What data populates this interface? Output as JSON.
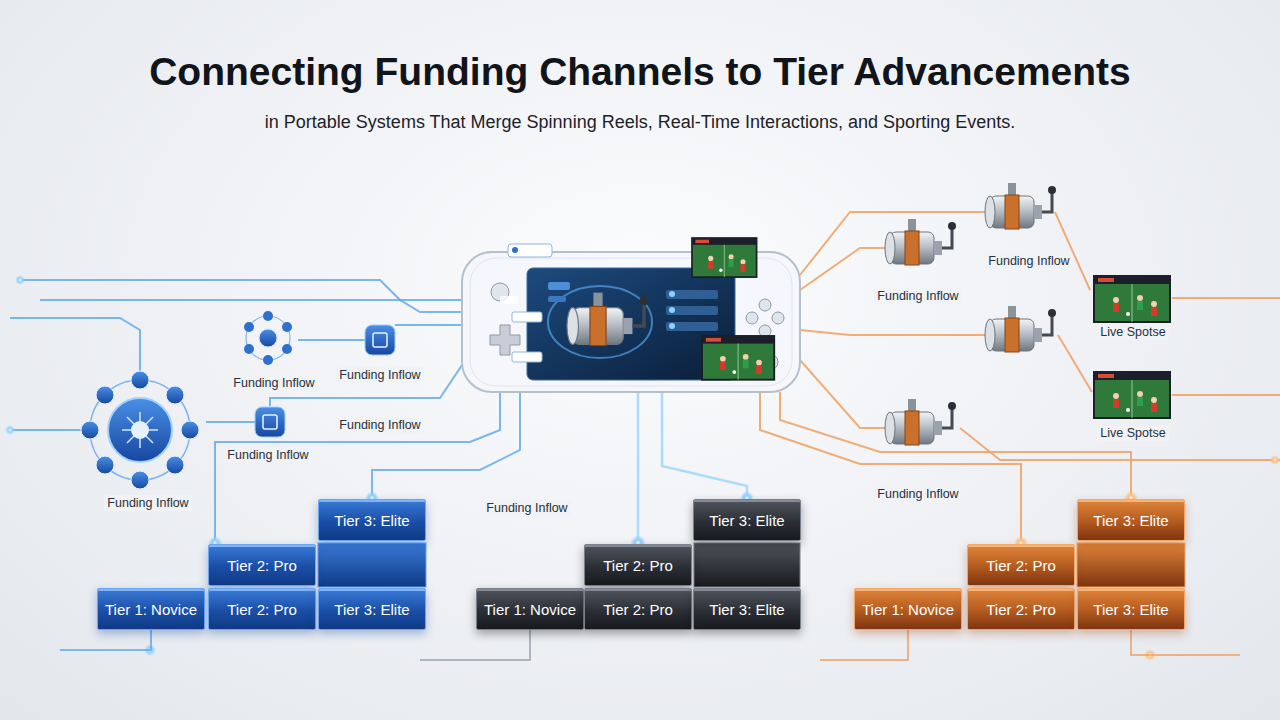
{
  "diagram": {
    "title": "Connecting Funding Channels to Tier Advancements",
    "caption": "in Portable Systems That Merge Spinning Reels, Real-Time Interactions, and Sporting Events.",
    "nodes": [
      {
        "text": [
          "Tier 3: Elite"
        ]
      },
      {
        "text": [
          "Tier 2: Pro"
        ]
      },
      {
        "text": [
          "Tier 1: Novice"
        ]
      },
      {
        "text": [
          "Tier 2: Pro"
        ]
      },
      {
        "text": [
          "Tier 3: Elite"
        ]
      },
      {
        "text": [
          "Tier 3: Elite"
        ]
      },
      {
        "text": [
          "Tier 2: Pro"
        ]
      },
      {
        "text": [
          "Tier 1: Novice"
        ]
      },
      {
        "text": [
          "Tier 2: Pro"
        ]
      },
      {
        "text": [
          "Tier 3: Elite"
        ]
      },
      {
        "text": [
          "Tier 3: Elite"
        ]
      },
      {
        "text": [
          "Tier 2: Pro"
        ]
      },
      {
        "text": [
          "Tier 1: Novice"
        ]
      },
      {
        "text": [
          "Tier 2: Pro"
        ]
      },
      {
        "text": [
          "Tier 3: Elite"
        ]
      }
    ],
    "labels": [
      "Funding Inflow",
      "Funding Inflow",
      "Live Spotse",
      "Funding Inflow",
      "Funding Inflow",
      "Funding Inflow",
      "Live Spotse",
      "Funding Inflow",
      "Funding Inflow",
      "Funding Inflow",
      "Funding Inflow"
    ]
  }
}
